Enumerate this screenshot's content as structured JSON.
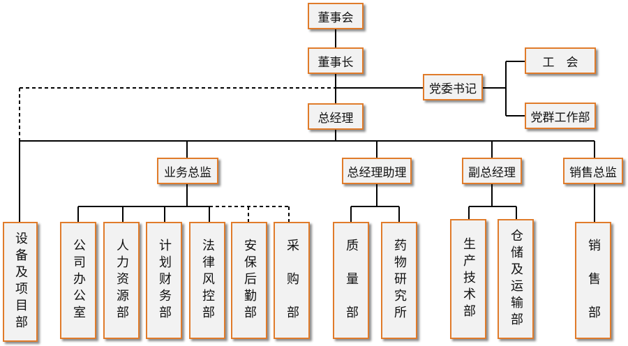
{
  "nodes": {
    "board": "董事会",
    "chairman": "董事长",
    "party_secretary": "党委书记",
    "union": "工　会",
    "party_work_dept": "党群工作部",
    "gm": "总经理",
    "business_director": "业务总监",
    "gm_assistant": "总经理助理",
    "deputy_gm": "副总经理",
    "sales_director": "销售总监",
    "equipment_projects": "设备及项目部",
    "office": "公司办公室",
    "hr": "人力资源部",
    "finance": "计划财务部",
    "legal": "法律风控部",
    "security": "安保后勤部",
    "purchasing": "采　购　部",
    "quality": "质　量　部",
    "rd": "药物研究所",
    "production": "生产技术部",
    "warehouse": "仓储及运输部",
    "sales": "销　售　部"
  },
  "colors": {
    "border": "#e07b2a",
    "fill": "#f2f2f2",
    "line": "#000000"
  }
}
